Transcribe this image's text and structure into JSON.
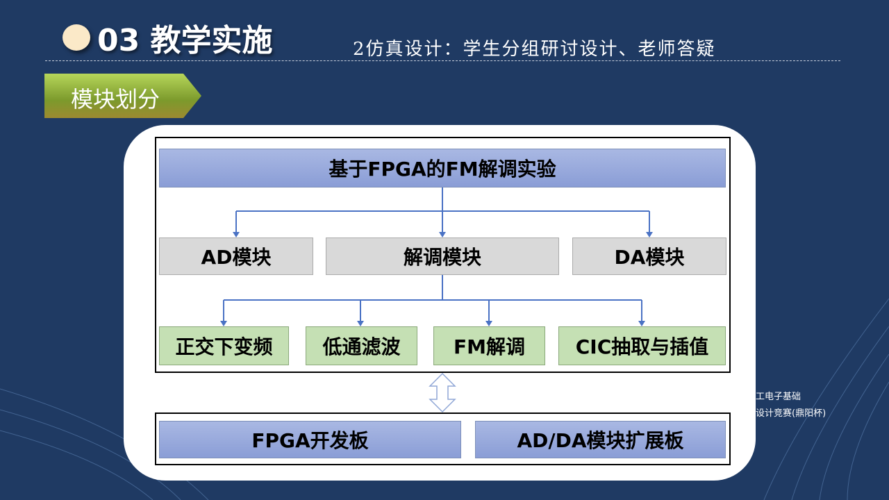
{
  "header": {
    "title": "03 教学实施",
    "subtitle": "2仿真设计：学生分组研讨设计、老师答疑"
  },
  "tag": "模块划分",
  "side_text": [
    "工电子基础",
    "设计竞赛(鼎阳杯)"
  ],
  "diagram": {
    "root": "基于FPGA的FM解调实验",
    "level1": [
      "AD模块",
      "解调模块",
      "DA模块"
    ],
    "level2": [
      "正交下变频",
      "低通滤波",
      "FM解调",
      "CIC抽取与插值"
    ],
    "hardware": [
      "FPGA开发板",
      "AD/DA模块扩展板"
    ]
  }
}
